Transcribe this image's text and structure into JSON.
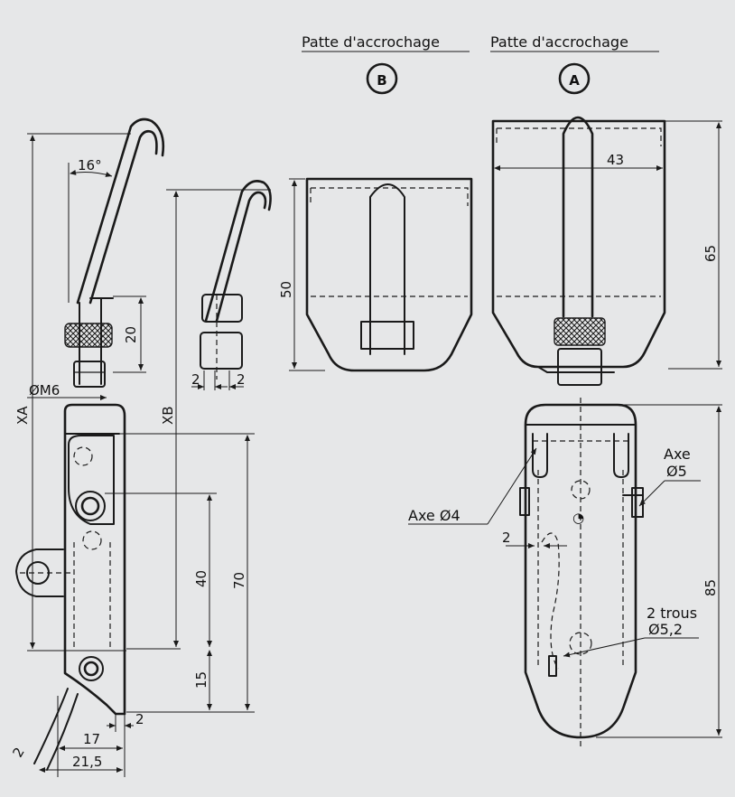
{
  "colors": {
    "background": "#e6e7e8",
    "ink": "#1a1a1a"
  },
  "headers": {
    "b_title": "Patte d'accrochage",
    "b_letter": "B",
    "a_title": "Patte d'accrochage",
    "a_letter": "A"
  },
  "dimensions": {
    "angle_16": "16°",
    "d20": "20",
    "thread": "ØM6",
    "xa": "XA",
    "xb": "XB",
    "d40": "40",
    "d70": "70",
    "d15": "15",
    "d17": "17",
    "d2_foot": "2",
    "d2_tilt": "2",
    "d21_5": "21,5",
    "b_2a": "2",
    "b_2b": "2",
    "d50": "50",
    "d43": "43",
    "d65": "65",
    "d85": "85",
    "axe5_label": "Axe",
    "axe5_dia": "Ø5",
    "axe4": "Axe Ø4",
    "d2_a": "2",
    "trous_label": "2 trous",
    "trous_dia": "Ø5,2"
  }
}
